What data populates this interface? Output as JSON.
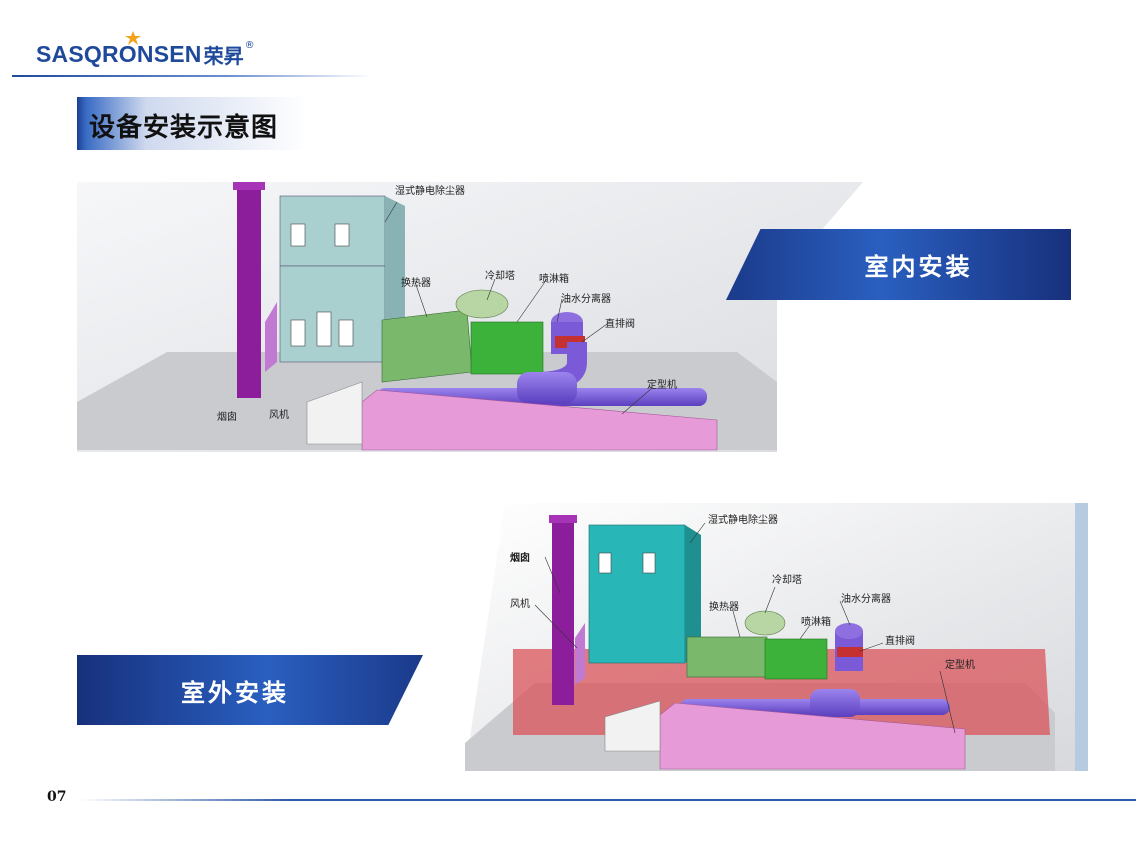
{
  "header": {
    "logo_text": "SASQRONSEN",
    "logo_cn": "荣昇",
    "logo_reg": "®",
    "title": "设备安装示意图"
  },
  "indoor": {
    "banner": "室内安装",
    "labels": {
      "esp": "湿式静电除尘器",
      "heat_exchanger": "换热器",
      "cooling_tower": "冷却塔",
      "spray_box": "喷淋箱",
      "oil_water_separator": "油水分离器",
      "bypass_valve": "直排阀",
      "stenter": "定型机",
      "chimney": "烟囱",
      "fan": "风机"
    }
  },
  "outdoor": {
    "banner": "室外安装",
    "labels": {
      "esp": "湿式静电除尘器",
      "cooling_tower": "冷却塔",
      "oil_water_separator": "油水分离器",
      "heat_exchanger": "换热器",
      "spray_box": "喷淋箱",
      "bypass_valve": "直排阀",
      "stenter": "定型机",
      "chimney": "烟囱",
      "fan": "风机"
    }
  },
  "footer": {
    "page_number": "07"
  },
  "colors": {
    "brand_blue": "#1f4a9c",
    "banner_dark": "#17307c",
    "banner_light": "#2a5fc0",
    "esp_indoor": "#a9cfcf",
    "esp_outdoor": "#29b6b6",
    "heat_exchanger": "#7ab86b",
    "spray_box": "#3db23a",
    "duct": "#7a5ad6",
    "chimney": "#8c1e9c",
    "stenter": "#e79ad8",
    "outdoor_wall": "#d9545a"
  }
}
